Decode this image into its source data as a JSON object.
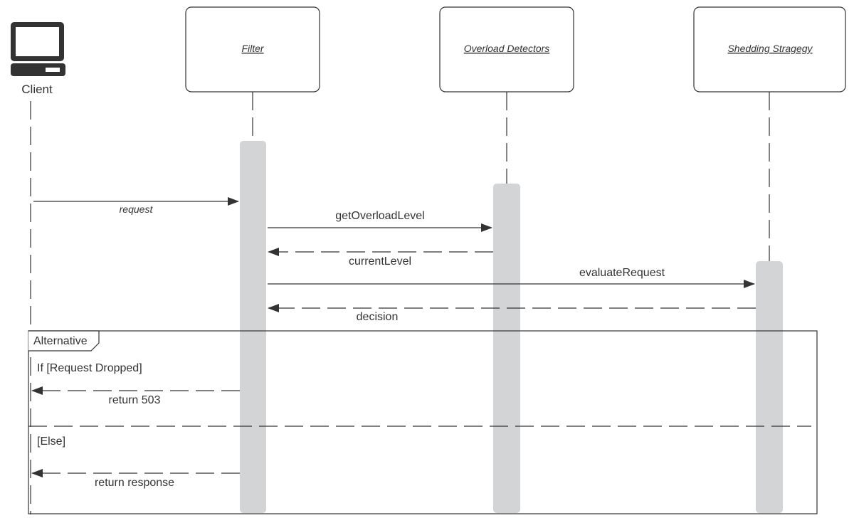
{
  "participants": {
    "client": "Client",
    "filter": "Filter",
    "detectors": "Overload Detectors",
    "strategy": "Shedding Stragegy"
  },
  "messages": {
    "request": "request",
    "get_level": "getOverloadLevel",
    "current_level": "currentLevel",
    "evaluate": "evaluateRequest",
    "decision": "decision"
  },
  "fragment": {
    "label": "Alternative",
    "guard_if": "If [Request Dropped]",
    "guard_else": "[Else]",
    "return_503": "return 503",
    "return_response": "return response"
  },
  "colors": {
    "line": "#333333",
    "activation": "#d3d4d6",
    "box_border": "#333333"
  },
  "icons": {
    "client": "desktop-computer-icon"
  }
}
